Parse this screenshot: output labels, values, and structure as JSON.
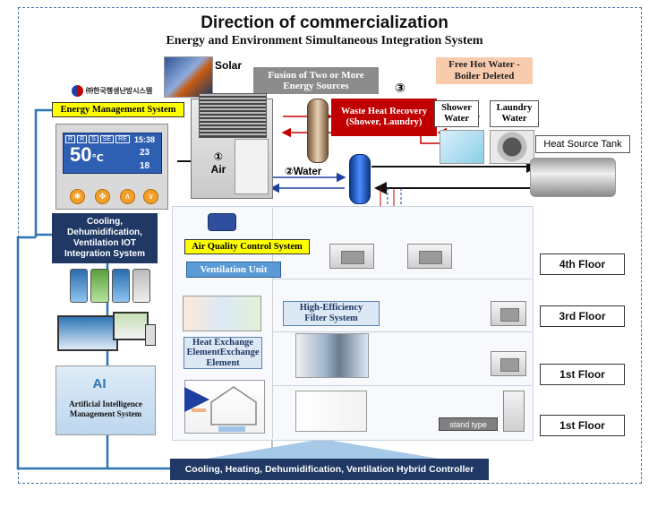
{
  "header": {
    "title": "Direction of commercialization",
    "subtitle": "Energy and Environment Simultaneous Integration System"
  },
  "top": {
    "solar": "Solar",
    "fusion": "Fusion of Two or More Energy Sources",
    "free_hot_water": "Free Hot Water - Boiler Deleted",
    "marker_3": "③",
    "waste_heat": "Waste Heat Recovery (Shower, Laundry)",
    "shower_water": "Shower Water",
    "laundry_water": "Laundry Water",
    "heat_source_tank": "Heat Source Tank",
    "company": "㈜한국행생난방시스템",
    "air_unit": "① Air",
    "water_label": "②Water"
  },
  "left": {
    "ems": "Energy Management System",
    "controller_buttons": [
      "R",
      "R",
      "S",
      "SE",
      "RE"
    ],
    "controller_time": "15:38",
    "controller_temp": "50",
    "controller_unit": "℃",
    "controller_right_a": "23",
    "controller_right_b": "18",
    "controller_keys": [
      "✱",
      "✥",
      "∧",
      "∨"
    ],
    "cooling_iot": "Cooling, Dehumidification, Ventilation IOT Integration System",
    "ai_mark": "AI",
    "ai_system": "Artificial Intelligence Management System"
  },
  "middle": {
    "air_quality": "Air Quality Control System",
    "ventilation_unit": "Ventilation Unit",
    "hepa": "High-Efficiency Filter System",
    "heat_exchange": "Heat Exchange ElementExchange Element",
    "stand_type": "stand type"
  },
  "floors": [
    "4th Floor",
    "3rd Floor",
    "1st Floor",
    "1st Floor"
  ],
  "footer": {
    "hybrid_controller": "Cooling, Heating, Dehumidification, Ventilation Hybrid Controller"
  },
  "colors": {
    "navy": "#1f3864",
    "gray_box": "#8c8c8c",
    "red_box": "#c00000",
    "peach": "#f8cbad",
    "yellow": "#ffff00",
    "ventilation_blue": "#5b9bd5",
    "hepa_fill": "#dde8f5",
    "controller_blue": "#2e5fb3"
  }
}
